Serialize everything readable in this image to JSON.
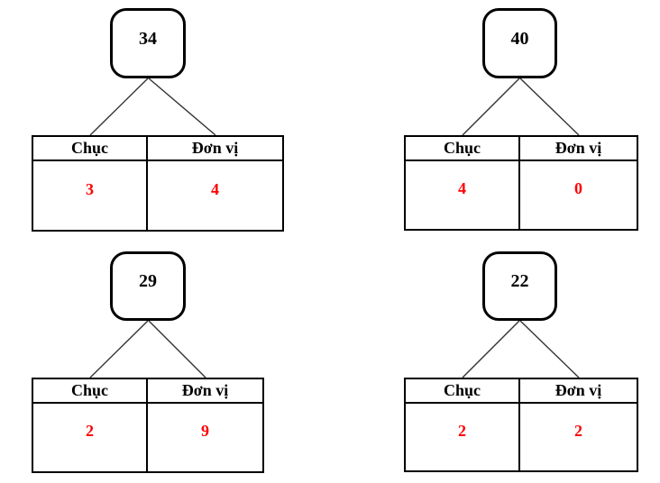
{
  "labels": {
    "tens": "Chục",
    "units": "Đơn vị"
  },
  "panels": [
    {
      "number": "34",
      "tens": "3",
      "units": "4"
    },
    {
      "number": "40",
      "tens": "4",
      "units": "0"
    },
    {
      "number": "29",
      "tens": "2",
      "units": "9"
    },
    {
      "number": "22",
      "tens": "2",
      "units": "2"
    }
  ],
  "colors": {
    "ink": "#000000",
    "value_text": "#ff0000",
    "connector": "#333333"
  }
}
